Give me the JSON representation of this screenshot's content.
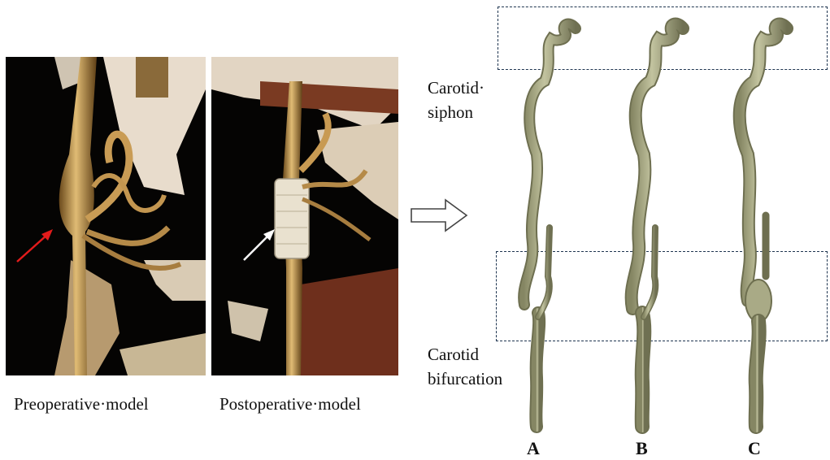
{
  "left_panel": {
    "caption": "Preoperative·model",
    "arrow_color": "#e21b1b"
  },
  "middle_panel": {
    "caption": "Postoperative·model",
    "arrow_color": "#ffffff"
  },
  "transition_arrow": "right-outline-arrow-icon",
  "labels": {
    "siphon": [
      "Carotid·",
      "siphon"
    ],
    "bifurcation": [
      "Carotid",
      "bifurcation"
    ]
  },
  "model_letters": [
    "A",
    "B",
    "C"
  ],
  "colors": {
    "vessel": "#b5b693",
    "vessel_dark": "#7b7c5c",
    "bone": "#e6dccb",
    "artery_3d": "#c8a060",
    "dashed_box": "#1f3550"
  }
}
